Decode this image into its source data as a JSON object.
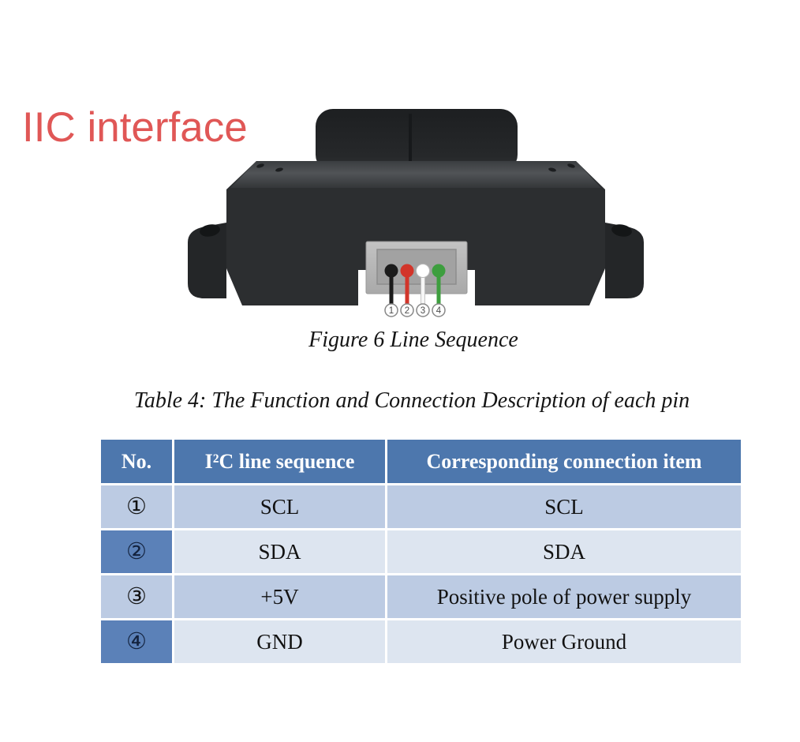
{
  "heading": {
    "text": "IIC interface",
    "color": "#e05756"
  },
  "figure": {
    "caption": "Figure 6 Line Sequence",
    "device": "lidar-sensor-front-view",
    "pins": [
      {
        "num": "1",
        "name": "black-wire",
        "wire_color": "#1b1b1b"
      },
      {
        "num": "2",
        "name": "red-wire",
        "wire_color": "#d2352a"
      },
      {
        "num": "3",
        "name": "white-wire",
        "wire_color": "#ffffff"
      },
      {
        "num": "4",
        "name": "green-wire",
        "wire_color": "#3d9e3e"
      }
    ]
  },
  "table": {
    "caption": "Table 4: The Function and Connection Description of each pin",
    "headers": [
      "No.",
      "I²C line sequence",
      "Corresponding connection item"
    ],
    "rows": [
      {
        "no": "①",
        "line": "SCL",
        "item": "SCL"
      },
      {
        "no": "②",
        "line": "SDA",
        "item": "SDA"
      },
      {
        "no": "③",
        "line": "+5V",
        "item": "Positive pole of power supply"
      },
      {
        "no": "④",
        "line": "GND",
        "item": "Power Ground"
      }
    ],
    "colors": {
      "header_bg": "#4d77ad",
      "header_text": "#ffffff",
      "row_a_bg": "#bccbe3",
      "row_b_bg": "#dde5f0",
      "row_b_no_bg": "#5b81b8"
    }
  }
}
